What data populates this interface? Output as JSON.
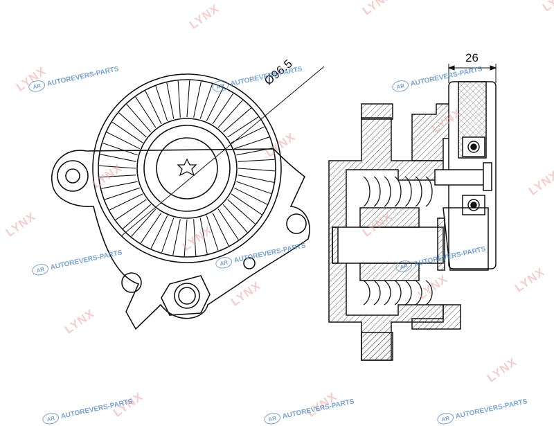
{
  "dimensions": {
    "diameter_label": "Ø96.5",
    "width_label": "26"
  },
  "watermarks": {
    "brand": "LYNX",
    "site": "AUTOREVERS-PARTS",
    "site_logo": "AR"
  },
  "colors": {
    "line": "#111111",
    "hatch": "#555555",
    "brand_watermark": "#f2a3a3",
    "site_watermark": "#4a86c8"
  }
}
